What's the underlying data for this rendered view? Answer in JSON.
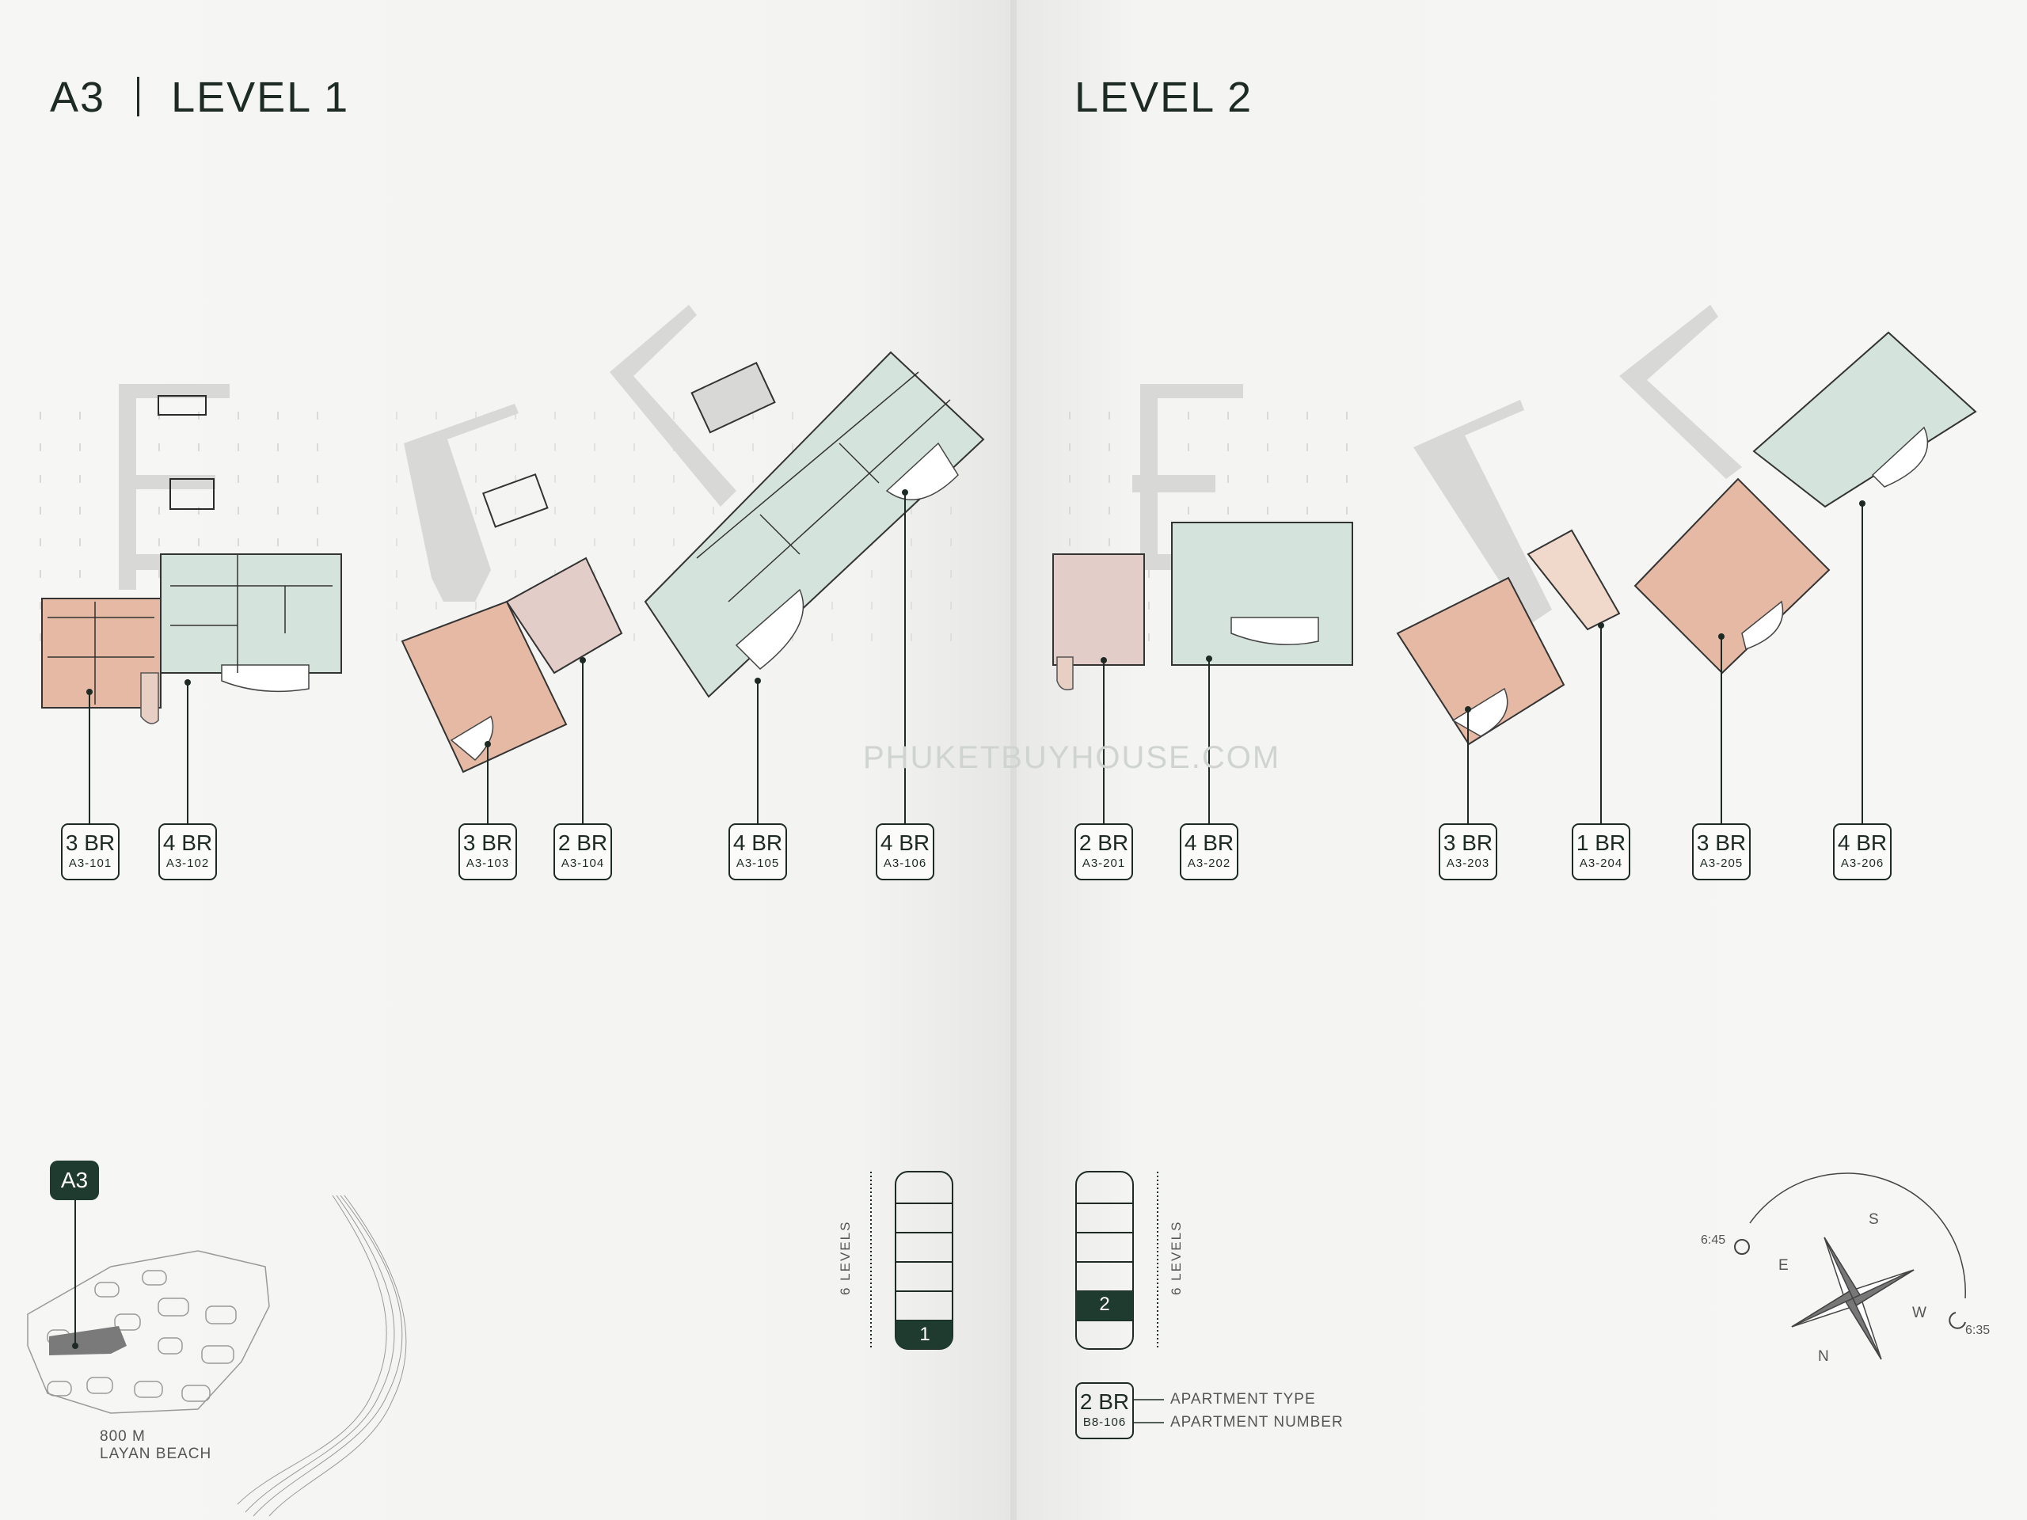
{
  "left_page": {
    "building": "A3",
    "level_title": "LEVEL 1",
    "units": [
      {
        "type": "3 BR",
        "number": "A3-101"
      },
      {
        "type": "4 BR",
        "number": "A3-102"
      },
      {
        "type": "3 BR",
        "number": "A3-103"
      },
      {
        "type": "2 BR",
        "number": "A3-104"
      },
      {
        "type": "4 BR",
        "number": "A3-105"
      },
      {
        "type": "4 BR",
        "number": "A3-106"
      }
    ],
    "site_map": {
      "badge": "A3",
      "distance": "800 M",
      "beach": "LAYAN BEACH"
    },
    "level_indicator": {
      "caption": "6 LEVELS",
      "active_level": "1"
    }
  },
  "right_page": {
    "level_title": "LEVEL 2",
    "units": [
      {
        "type": "2 BR",
        "number": "A3-201"
      },
      {
        "type": "4 BR",
        "number": "A3-202"
      },
      {
        "type": "3 BR",
        "number": "A3-203"
      },
      {
        "type": "1 BR",
        "number": "A3-204"
      },
      {
        "type": "3 BR",
        "number": "A3-205"
      },
      {
        "type": "4 BR",
        "number": "A3-206"
      }
    ],
    "level_indicator": {
      "caption": "6 LEVELS",
      "active_level": "2"
    },
    "legend": {
      "sample_type": "2 BR",
      "sample_number": "B8-106",
      "type_label": "APARTMENT TYPE",
      "number_label": "APARTMENT NUMBER"
    },
    "compass": {
      "sunrise": "6:45",
      "sunset": "6:35",
      "S": "S",
      "E": "E",
      "W": "W",
      "N": "N"
    }
  },
  "watermark": "PHUKETBUYHOUSE.COM",
  "colors": {
    "green_unit": "#d4e3dc",
    "salmon_unit": "#e6b9a5",
    "pink_unit": "#e2cdc9",
    "peach_unit": "#f0d9cb",
    "walkway": "#d8d8d6",
    "dark": "#1d2b24",
    "badge": "#1f3a2f"
  }
}
